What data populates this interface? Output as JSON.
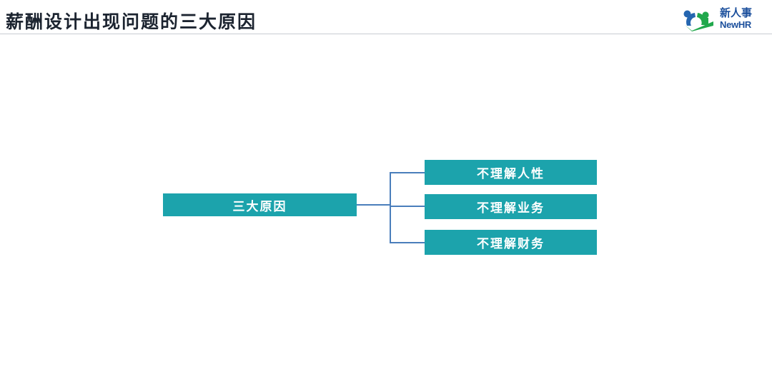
{
  "header": {
    "title": "薪酬设计出现问题的三大原因",
    "divider_color": "#c8ccd2"
  },
  "logo": {
    "name_cn": "新人事",
    "name_en": "NewHR",
    "icon_name": "people-check-logo-icon",
    "brand_blue": "#1b4f9c",
    "brand_green": "#21a84c",
    "figure_blue": "#2566b0"
  },
  "diagram": {
    "type": "org-chart",
    "accent_color": "#1ca3ac",
    "connector_color": "#4a7ebb",
    "root": {
      "label": "三大原因"
    },
    "branches": [
      {
        "label": "不理解人性"
      },
      {
        "label": "不理解业务"
      },
      {
        "label": "不理解财务"
      }
    ]
  }
}
